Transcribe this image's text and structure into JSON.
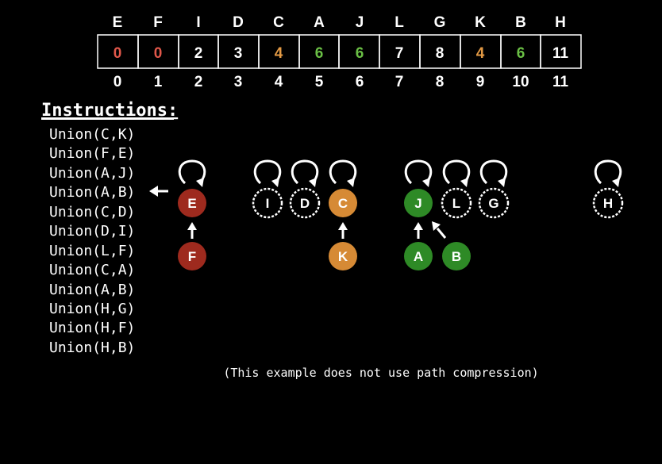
{
  "array": {
    "letters": [
      "E",
      "F",
      "I",
      "D",
      "C",
      "A",
      "J",
      "L",
      "G",
      "K",
      "B",
      "H"
    ],
    "values": [
      "0",
      "0",
      "2",
      "3",
      "4",
      "6",
      "6",
      "7",
      "8",
      "4",
      "6",
      "11"
    ],
    "indices": [
      "0",
      "1",
      "2",
      "3",
      "4",
      "5",
      "6",
      "7",
      "8",
      "9",
      "10",
      "11"
    ],
    "value_groups": [
      "red",
      "red",
      "white",
      "white",
      "orange",
      "green",
      "green",
      "white",
      "white",
      "orange",
      "green",
      "white"
    ]
  },
  "instructions": {
    "title": "Instructions:",
    "items": [
      "Union(C,K)",
      "Union(F,E)",
      "Union(A,J)",
      "Union(A,B)",
      "Union(C,D)",
      "Union(D,I)",
      "Union(L,F)",
      "Union(C,A)",
      "Union(A,B)",
      "Union(H,G)",
      "Union(H,F)",
      "Union(H,B)"
    ],
    "current_index": 3,
    "pointer_icon": "left-arrow-icon"
  },
  "forest": {
    "roots": [
      {
        "label": "E",
        "group": "red"
      },
      {
        "label": "I",
        "group": "white"
      },
      {
        "label": "D",
        "group": "white"
      },
      {
        "label": "C",
        "group": "orange"
      },
      {
        "label": "J",
        "group": "green"
      },
      {
        "label": "L",
        "group": "white"
      },
      {
        "label": "G",
        "group": "white"
      },
      {
        "label": "H",
        "group": "white"
      }
    ],
    "children": [
      {
        "label": "F",
        "parent": "E",
        "group": "red"
      },
      {
        "label": "K",
        "parent": "C",
        "group": "orange"
      },
      {
        "label": "A",
        "parent": "J",
        "group": "green"
      },
      {
        "label": "B",
        "parent": "J",
        "group": "green"
      }
    ],
    "self_loop_icon": "self-loop-arrow-icon"
  },
  "footnote": "(This example does not use path compression)",
  "colors": {
    "background": "#000000",
    "red": "#9e2a1e",
    "red_text": "#e0574a",
    "orange": "#d68a35",
    "orange_text": "#e39a45",
    "green": "#2e8a26",
    "green_text": "#6abf45",
    "white": "#ffffff"
  }
}
